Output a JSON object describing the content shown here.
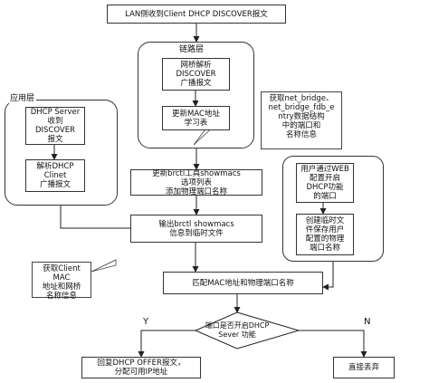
{
  "nodes": {
    "lan_receive": "LAN侧收到Client DHCP DISCOVER报文",
    "link_group_title": "链路层",
    "parse_broadcast": "网桥解析\nDISCOVER\n广播报文",
    "update_mac_table": "更新MAC地址\n学习表",
    "app_group_title": "应用层",
    "dhcp_server_recv": "DHCP Server\n收到\nDISCOVER\n报文",
    "parse_client_broadcast": "解析DHCP\nClinet\n广播报文",
    "bridge_note": "获取net_bridge、\nnet_bridge_fdb_e\nntry数据结构\n中的端口和\n名称信息",
    "update_brctl": "更新brctl工具showmacs\n选项列表\n添加物理端口名称",
    "web_config": "用户通过WEB\n配置开启\nDHCP功能\n的端口",
    "output_brctl": "输出brctl showmacs\n信息到临时文件",
    "create_temp_file": "创建临时文\n件保存用户\n配置的物理\n端口名称",
    "client_mac_note": "获取Client MAC\n地址和网桥\n名称信息",
    "match_mac_port": "匹配MAC地址和物理端口名称",
    "decision": "端口是否开启DHCP\nSever 功能",
    "reply_offer": "回复DHCP OFFER报文，\n分配可用IP地址",
    "discard": "直接丢弃"
  },
  "edge_labels": {
    "yes": "Y",
    "no": "N"
  }
}
